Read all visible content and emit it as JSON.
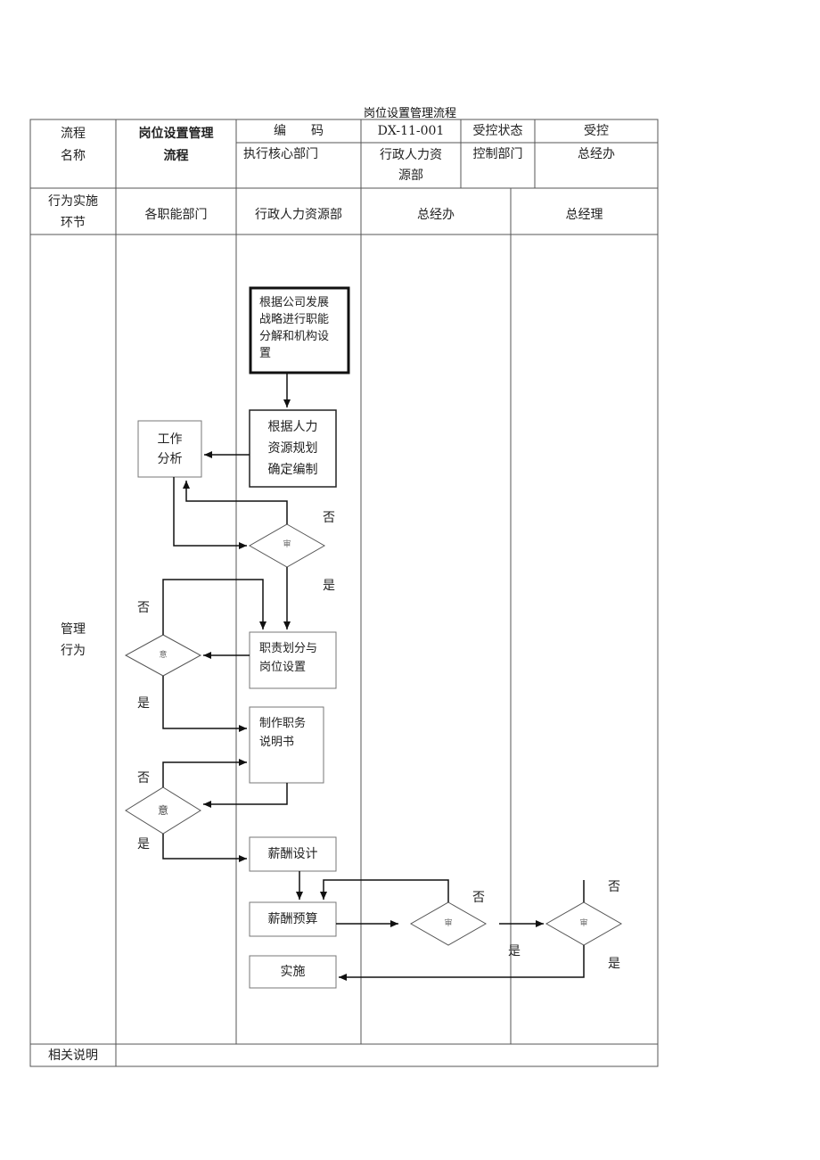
{
  "page_title": "岗位设置管理流程",
  "header": {
    "name_label": "流程\n名称",
    "name_value": "岗位设置管理\n流程",
    "code_label": "编　　码",
    "code_value": "DX-11-001",
    "control_status_label": "受控状态",
    "control_status_value": "受控",
    "exec_dept_label": "执行核心部门",
    "exec_dept_value": "行政人力资\n源部",
    "control_dept_label": "控制部门",
    "control_dept_value": "总经办"
  },
  "lanes": {
    "row_label": "行为实施\n环节",
    "lane1": "各职能部门",
    "lane2": "行政人力资源部",
    "lane3": "总经办",
    "lane4": "总经理"
  },
  "section_label": "管理\n行为",
  "footer_label": "相关说明",
  "nodes": {
    "start": "根据公司发展\n战略进行职能\n分解和机构设\n置",
    "plan": "根据人力\n资源规划\n确定编制",
    "job_analysis": "工作\n分析",
    "duty": "职责划分与\n岗位设置",
    "desc": "制作职务\n说明书",
    "salary_design": "薪酬设计",
    "salary_budget": "薪酬预算",
    "implement": "实施"
  },
  "diamonds": {
    "d1": "审",
    "d2": "意",
    "d3": "意",
    "d4": "审",
    "d5": "审"
  },
  "edge_labels": {
    "no": "否",
    "yes": "是"
  }
}
